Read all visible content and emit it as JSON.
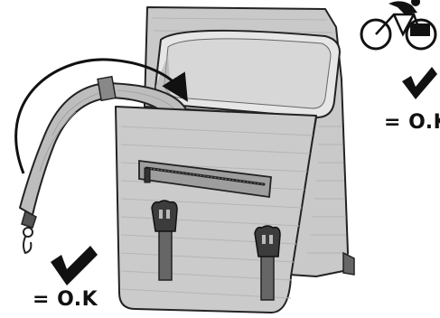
{
  "labels": {
    "ok_left": "= O.K",
    "ok_right": "= O.K"
  },
  "icons": {
    "checkmark_left": "checkmark-icon",
    "checkmark_right": "checkmark-icon",
    "cyclist": "cyclist-icon",
    "arrow": "curved-arrow"
  },
  "colors": {
    "bag_body": "#c8c8c8",
    "bag_inner": "#dedede",
    "outline": "#222222",
    "strap": "#b9b9b9",
    "hardware": "#444444"
  }
}
